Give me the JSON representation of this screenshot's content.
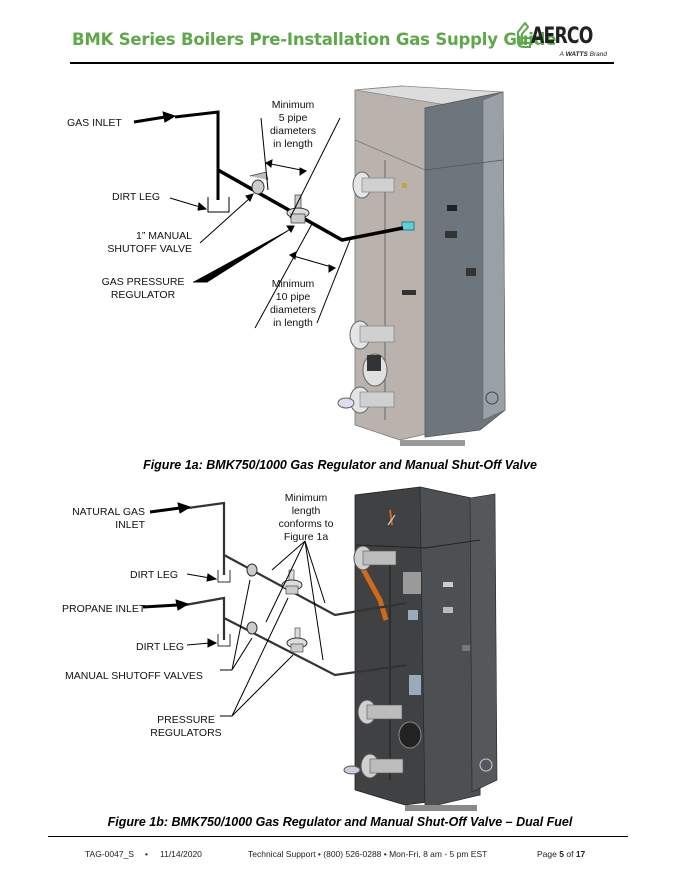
{
  "header": {
    "title": "BMK Series Boilers Pre-Installation Gas Supply Guide",
    "logo": {
      "name": "AERCO",
      "tagline_prefix": "A",
      "tagline_brand": "WATTS",
      "tagline_suffix": "Brand",
      "brand_color": "#5fa84a"
    }
  },
  "figure_1a": {
    "labels": {
      "gas_inlet": "GAS INLET",
      "dirt_leg": "DIRT LEG",
      "manual_valve_line1": "1” MANUAL",
      "manual_valve_line2": "SHUTOFF VALVE",
      "regulator_line1": "GAS PRESSURE",
      "regulator_line2": "REGULATOR",
      "min5_line1": "Minimum",
      "min5_line2": "5 pipe",
      "min5_line3": "diameters",
      "min5_line4": "in length",
      "min10_line1": "Minimum",
      "min10_line2": "10 pipe",
      "min10_line3": "diameters",
      "min10_line4": "in length"
    },
    "caption": "Figure 1a:  BMK750/1000 Gas Regulator and Manual Shut-Off Valve"
  },
  "figure_1b": {
    "labels": {
      "natural_gas_line1": "NATURAL GAS",
      "natural_gas_line2": "INLET",
      "dirt_leg_1": "DIRT LEG",
      "propane_inlet": "PROPANE INLET",
      "dirt_leg_2": "DIRT LEG",
      "manual_valves": "MANUAL SHUTOFF VALVES",
      "regulators_line1": "PRESSURE",
      "regulators_line2": "REGULATORS",
      "min_line1": "Minimum",
      "min_line2": "length",
      "min_line3": "conforms to",
      "min_line4": "Figure 1a"
    },
    "caption": "Figure 1b:  BMK750/1000 Gas Regulator and Manual Shut-Off Valve – Dual Fuel"
  },
  "footer": {
    "doc_id": "TAG-0047_S",
    "separator": "•",
    "date": "11/14/2020",
    "support": "Technical Support • (800) 526-0288 • Mon-Fri, 8 am - 5 pm EST",
    "page_prefix": "Page",
    "page_current": "5",
    "page_of": "of",
    "page_total": "17"
  }
}
